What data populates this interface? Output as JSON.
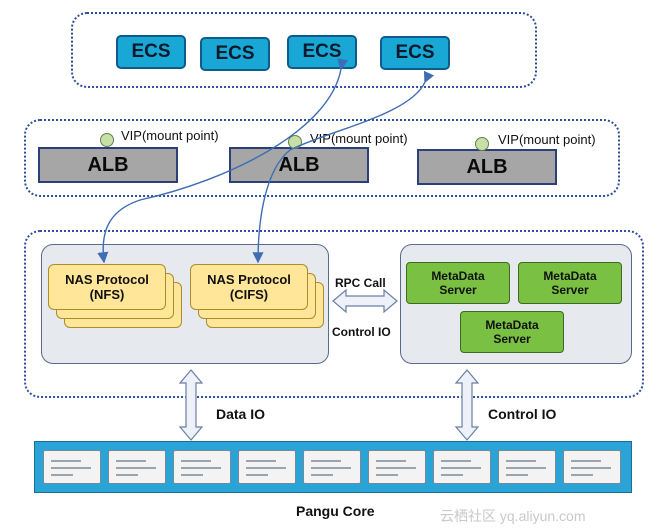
{
  "ecs_instances": [
    {
      "label": "ECS"
    },
    {
      "label": "ECS"
    },
    {
      "label": "ECS"
    },
    {
      "label": "ECS"
    }
  ],
  "load_balancers": [
    {
      "label": "ALB",
      "vip_label": "VIP(mount point)"
    },
    {
      "label": "ALB",
      "vip_label": "VIP(mount point)"
    },
    {
      "label": "ALB",
      "vip_label": "VIP(mount point)"
    }
  ],
  "nas_protocols": [
    {
      "name": "NAS Protocol",
      "type": "(NFS)"
    },
    {
      "name": "NAS Protocol",
      "type": "(CIFS)"
    }
  ],
  "metadata_servers": [
    {
      "line1": "MetaData",
      "line2": "Server"
    },
    {
      "line1": "MetaData",
      "line2": "Server"
    },
    {
      "line1": "MetaData",
      "line2": "Server"
    }
  ],
  "rpc": {
    "top_label": "RPC Call",
    "bottom_label": "Control IO"
  },
  "io_labels": {
    "data_io": "Data IO",
    "control_io": "Control IO"
  },
  "storage": {
    "label": "Pangu Core",
    "disk_count": 9
  },
  "watermark": "云栖社区 yq.aliyun.com",
  "colors": {
    "ecs_fill": "#19a8d6",
    "alb_fill": "#a6a6a6",
    "nas_fill": "#ffe699",
    "metadata_fill": "#7ac143",
    "storage_fill": "#2aa3d7",
    "connector": "#3e6db5",
    "boundary": "#2f4f9e"
  }
}
